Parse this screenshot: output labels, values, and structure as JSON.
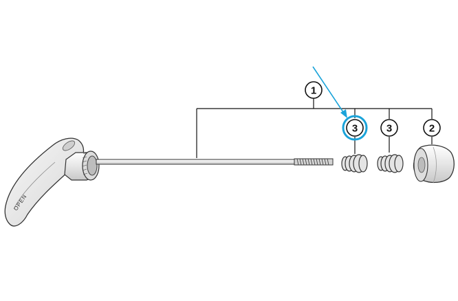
{
  "lever": {
    "engraving": "OPEN"
  },
  "callouts": [
    {
      "key": "axle-assembly",
      "number": "1"
    },
    {
      "key": "spring-left",
      "number": "3",
      "highlighted": true
    },
    {
      "key": "spring-right",
      "number": "3",
      "highlighted": false
    },
    {
      "key": "adjusting-nut",
      "number": "2"
    }
  ],
  "colors": {
    "line": "#111111",
    "part_outline": "#333333",
    "part_fill": "#e8e8e8",
    "highlight": "#1aa3d9"
  }
}
